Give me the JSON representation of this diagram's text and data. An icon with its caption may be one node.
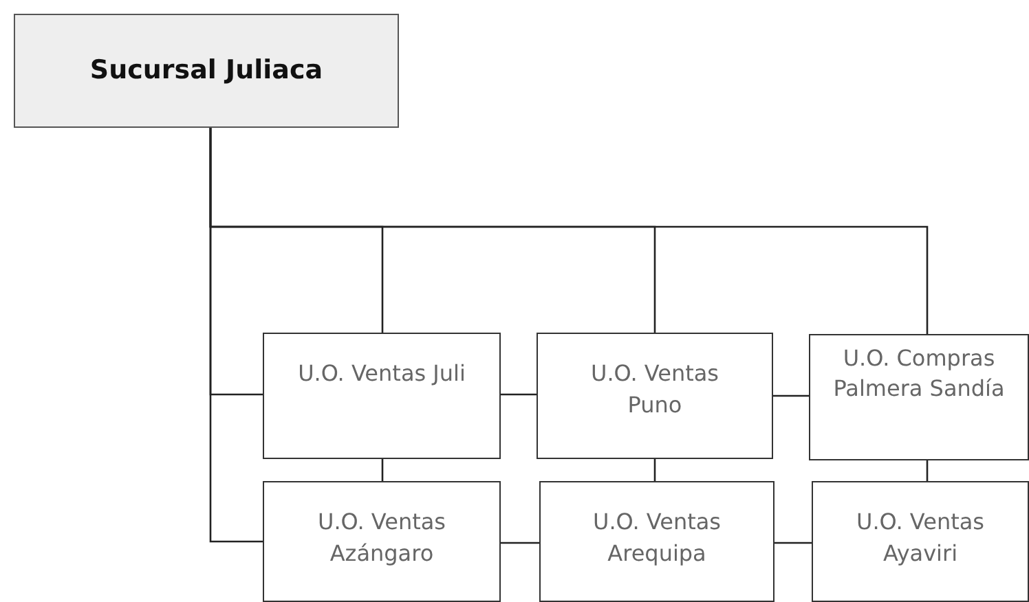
{
  "diagram": {
    "nodes": [
      {
        "text": [
          "Sucursal Juliaca"
        ]
      },
      {
        "text": [
          "U.O. Ventas Juli"
        ]
      },
      {
        "text": [
          "U.O. Ventas Puno"
        ]
      },
      {
        "text": [
          "U.O. Compras Palmera Sandía"
        ]
      },
      {
        "text": [
          "U.O. Ventas Azángaro"
        ]
      },
      {
        "text": [
          "U.O. Ventas Arequipa"
        ]
      },
      {
        "text": [
          "U.O. Ventas Ayaviri"
        ]
      }
    ],
    "edges": [
      {
        "from": 0,
        "to": 1,
        "arrow": "none"
      },
      {
        "from": 0,
        "to": 2,
        "arrow": "none"
      },
      {
        "from": 0,
        "to": 3,
        "arrow": "none"
      },
      {
        "from": 0,
        "to": 1,
        "arrow": "none"
      },
      {
        "from": 0,
        "to": 4,
        "arrow": "none"
      },
      {
        "from": 1,
        "to": 2,
        "arrow": "none"
      },
      {
        "from": 2,
        "to": 3,
        "arrow": "none"
      },
      {
        "from": 1,
        "to": 4,
        "arrow": "none"
      },
      {
        "from": 2,
        "to": 5,
        "arrow": "none"
      },
      {
        "from": 3,
        "to": 6,
        "arrow": "none"
      },
      {
        "from": 4,
        "to": 5,
        "arrow": "none"
      },
      {
        "from": 5,
        "to": 6,
        "arrow": "none"
      }
    ]
  }
}
